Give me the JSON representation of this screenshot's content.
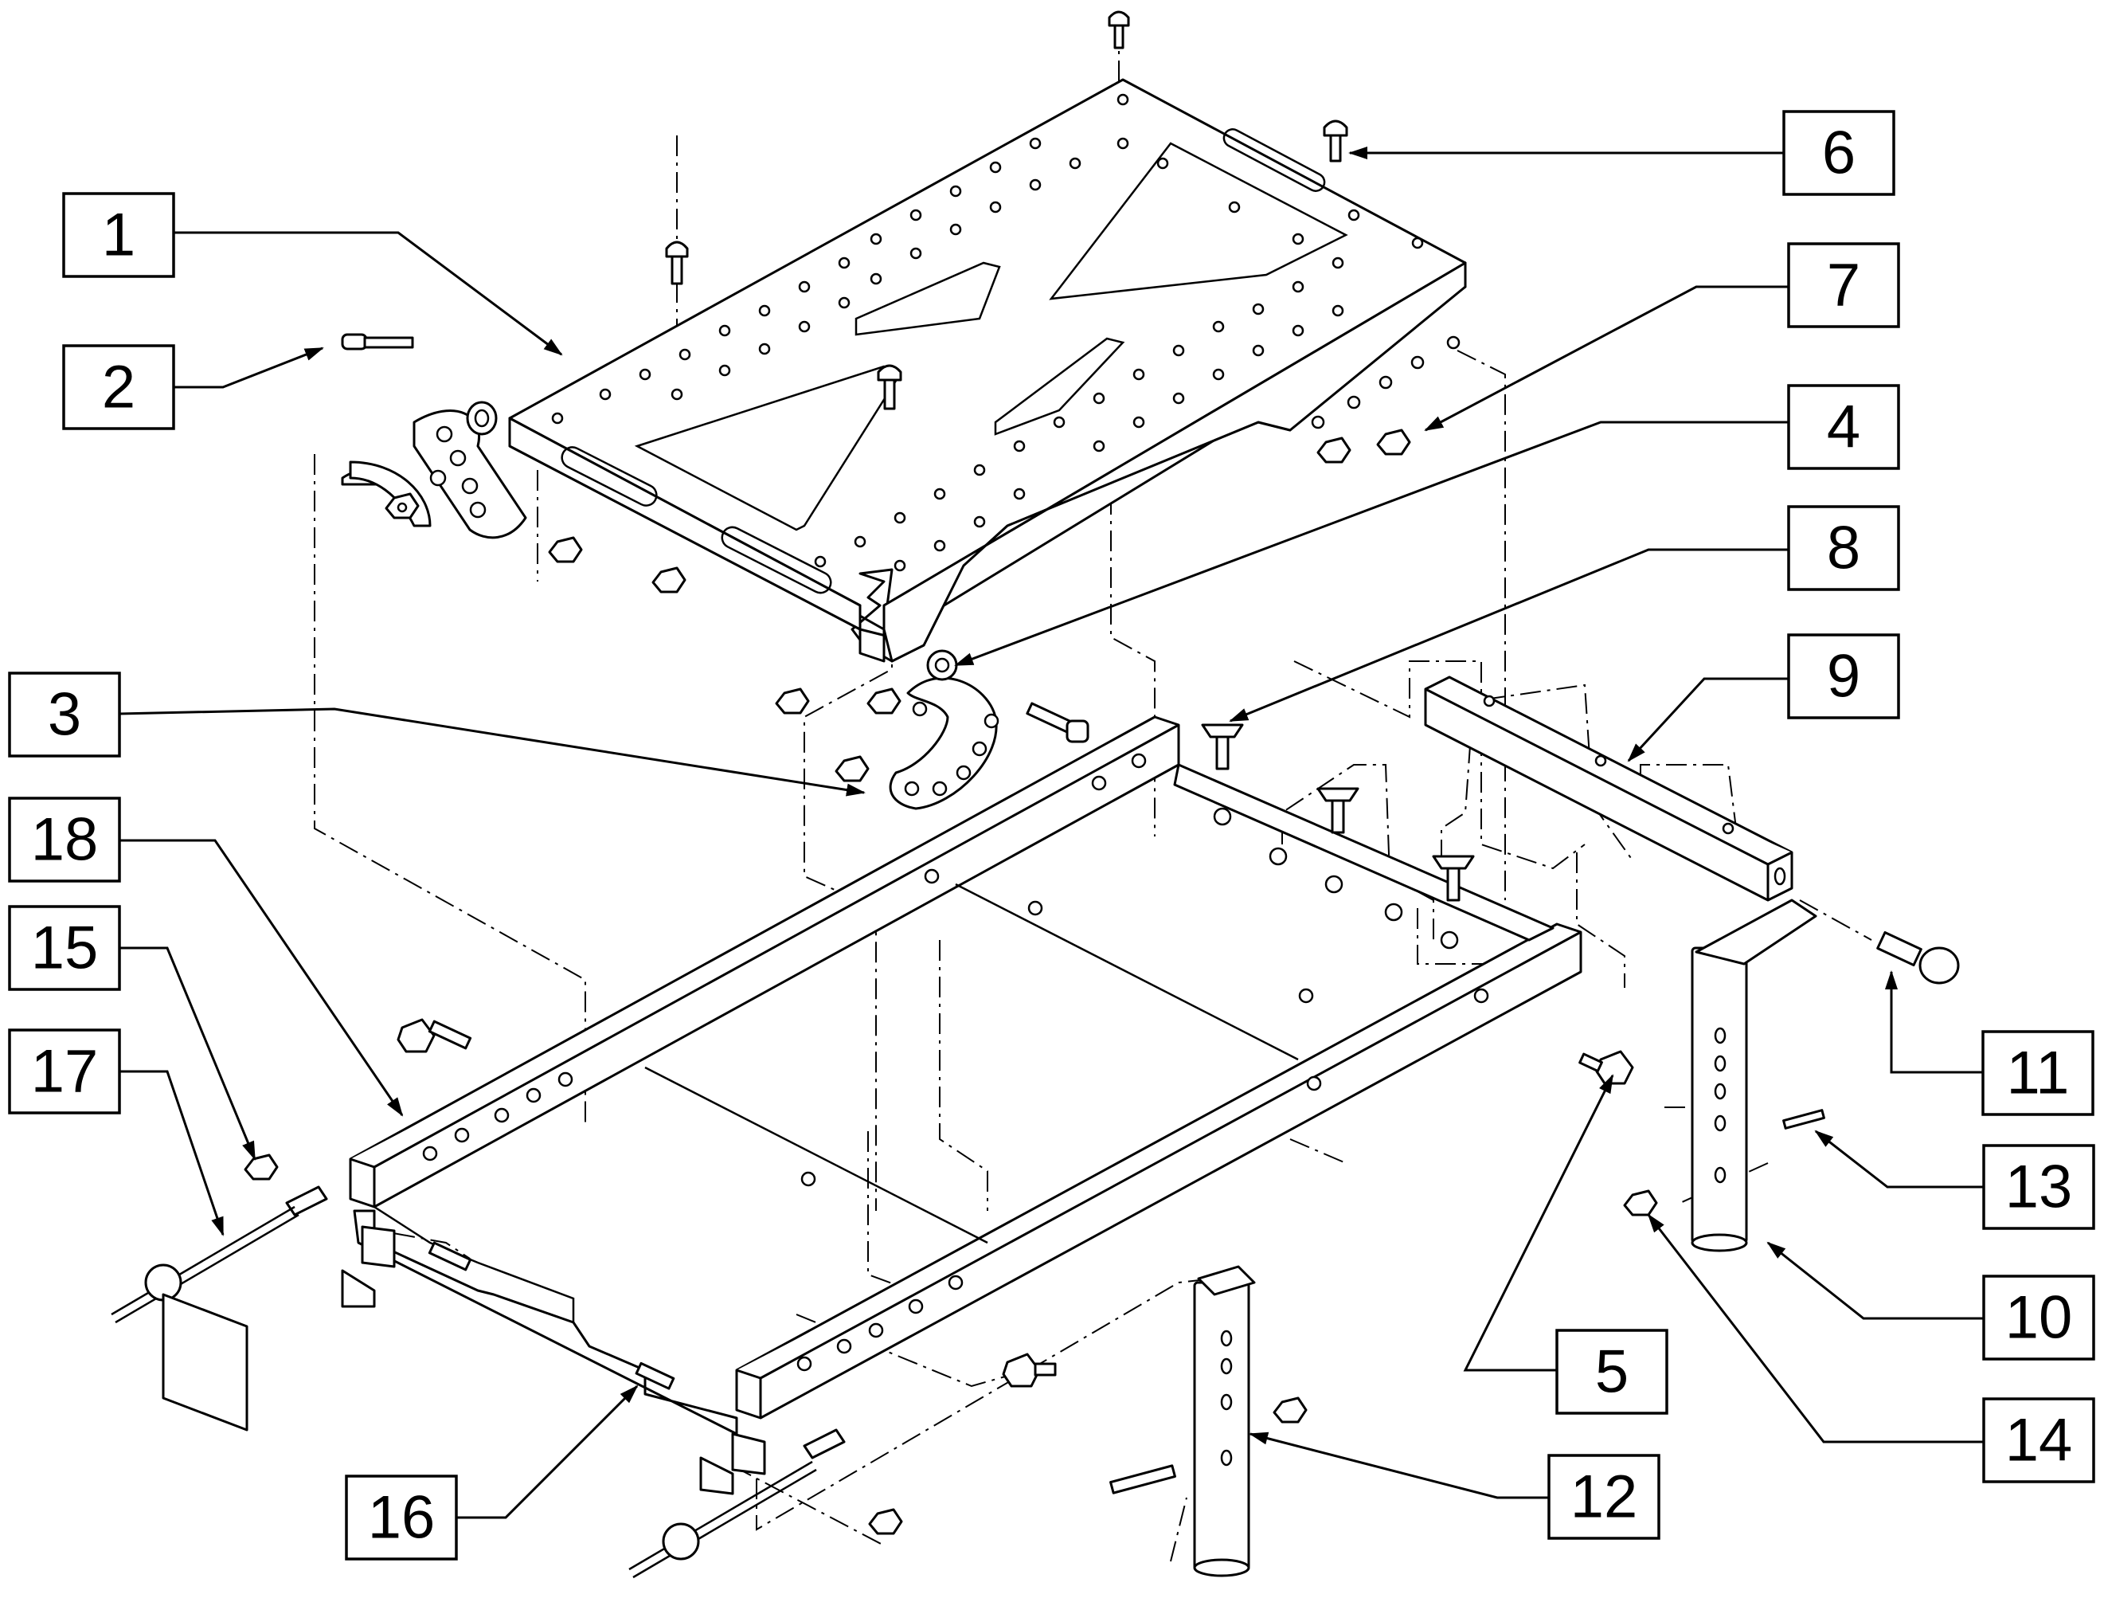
{
  "callouts": [
    {
      "label": "1"
    },
    {
      "label": "2"
    },
    {
      "label": "3"
    },
    {
      "label": "4"
    },
    {
      "label": "5"
    },
    {
      "label": "6"
    },
    {
      "label": "7"
    },
    {
      "label": "8"
    },
    {
      "label": "9"
    },
    {
      "label": "10"
    },
    {
      "label": "11"
    },
    {
      "label": "12"
    },
    {
      "label": "13"
    },
    {
      "label": "14"
    },
    {
      "label": "15"
    },
    {
      "label": "16"
    },
    {
      "label": "17"
    },
    {
      "label": "18"
    }
  ],
  "colors": {
    "line": "#000000",
    "background": "#ffffff"
  }
}
